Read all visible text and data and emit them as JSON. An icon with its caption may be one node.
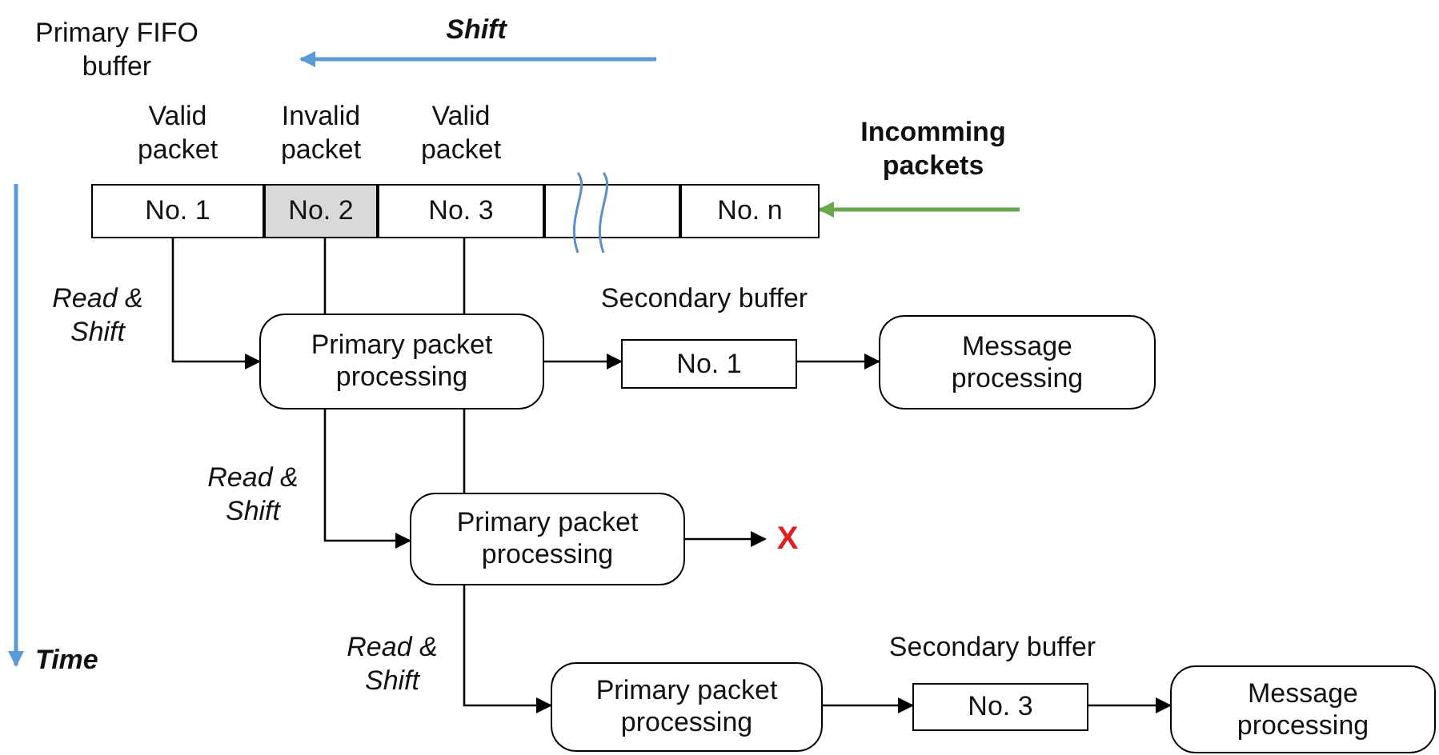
{
  "diagram": {
    "nodes": [
      {
        "text": [
          "No. 1"
        ],
        "beside": [
          "Valid packet"
        ]
      },
      {
        "text": [
          "No. 2"
        ],
        "beside": [
          "Invalid packet"
        ]
      },
      {
        "text": [
          "No. 3"
        ],
        "beside": [
          "Valid packet"
        ]
      },
      {
        "text": [],
        "shape": "box"
      },
      {
        "text": [
          "No. n"
        ]
      },
      {
        "text": [
          "Primary packet processing"
        ]
      },
      {
        "text": [
          "No. 1"
        ],
        "beside": [
          "Secondary buffer"
        ]
      },
      {
        "text": [
          "Message processing"
        ]
      },
      {
        "text": [
          "Primary packet processing"
        ]
      },
      {
        "text": [
          "X"
        ]
      },
      {
        "text": [
          "Primary packet processing"
        ]
      },
      {
        "text": [
          "No. 3"
        ],
        "beside": [
          "Secondary buffer"
        ]
      },
      {
        "text": [
          "Message processing"
        ]
      }
    ],
    "edges": [
      {
        "from": null,
        "to": 4,
        "arrow": "to",
        "color": "#6aa84f"
      },
      {
        "from": 0,
        "to": 5,
        "arrow": "to",
        "label": "Read & Shift"
      },
      {
        "from": 1,
        "to": 5,
        "arrow": "none"
      },
      {
        "from": 2,
        "to": 5,
        "arrow": "none"
      },
      {
        "from": 5,
        "to": 6,
        "arrow": "to"
      },
      {
        "from": 6,
        "to": 7,
        "arrow": "to"
      },
      {
        "from": 5,
        "to": 8,
        "arrow": "to",
        "label": "Read & Shift"
      },
      {
        "from": 5,
        "to": 8,
        "arrow": "none"
      },
      {
        "from": 8,
        "to": 9,
        "arrow": "to"
      },
      {
        "from": 8,
        "to": 10,
        "arrow": "to",
        "label": "Read & Shift"
      },
      {
        "from": 10,
        "to": 11,
        "arrow": "to"
      },
      {
        "from": 11,
        "to": 12,
        "arrow": "to"
      }
    ],
    "labels": [
      "Primary FIFO buffer",
      "Shift",
      "Incomming packets",
      "Time"
    ]
  }
}
